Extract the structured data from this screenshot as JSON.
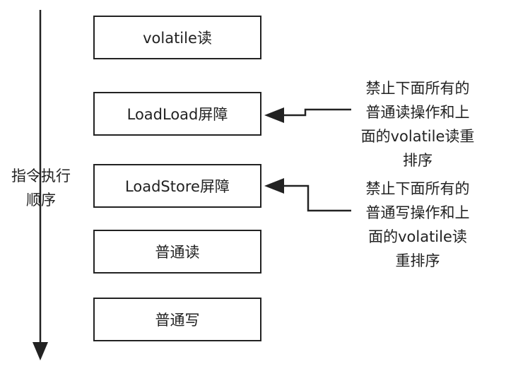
{
  "axis": {
    "label": "指令执行\n顺序"
  },
  "boxes": [
    {
      "label": "volatile读"
    },
    {
      "label": "LoadLoad屏障"
    },
    {
      "label": "LoadStore屏障"
    },
    {
      "label": "普通读"
    },
    {
      "label": "普通写"
    }
  ],
  "notes": [
    {
      "text": "禁止下面所有的\n普通读操作和上\n面的volatile读重\n排序"
    },
    {
      "text": "禁止下面所有的\n普通写操作和上\n面的volatile读\n重排序"
    }
  ]
}
